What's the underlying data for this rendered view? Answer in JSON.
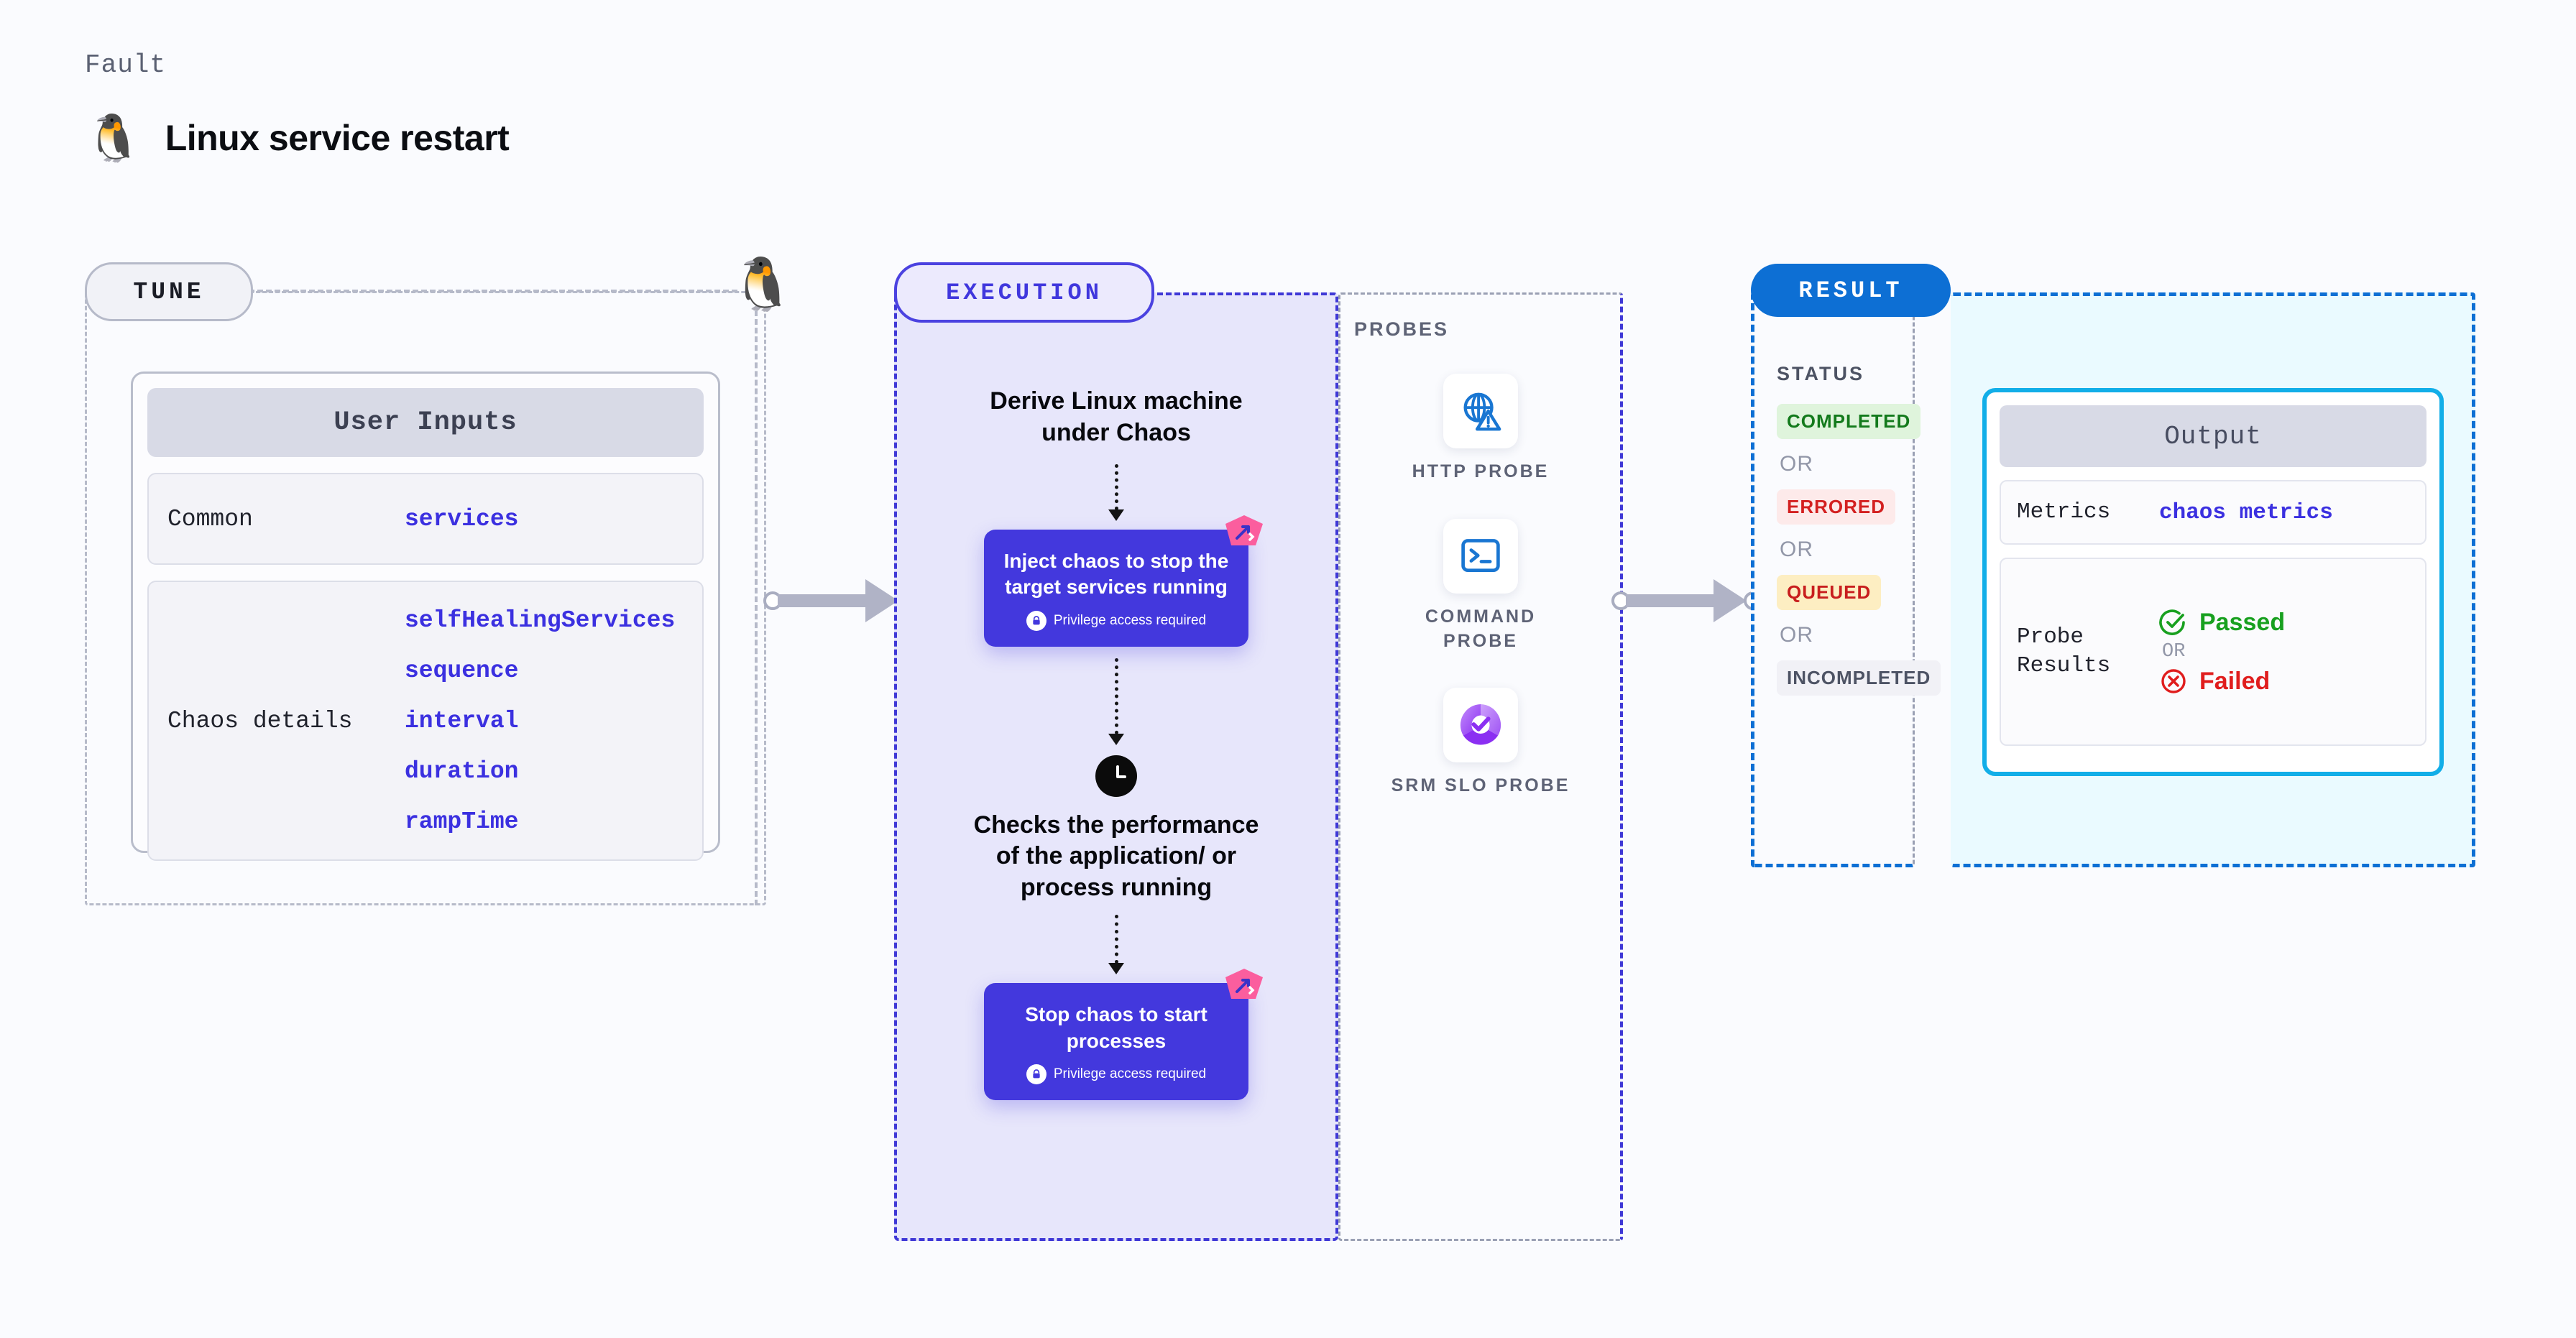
{
  "header": {
    "kicker": "Fault",
    "title": "Linux service restart",
    "icon": "linux-penguin-icon"
  },
  "tune": {
    "badge": "TUNE",
    "penguin_icon": "linux-penguin-icon",
    "card_title": "User Inputs",
    "rows": [
      {
        "key": "Common",
        "values": [
          "services"
        ]
      },
      {
        "key": "Chaos details",
        "values": [
          "selfHealingServices",
          "sequence",
          "interval",
          "duration",
          "rampTime"
        ]
      }
    ]
  },
  "execution": {
    "badge": "EXECUTION",
    "step1_text": "Derive Linux machine under Chaos",
    "box1": {
      "title": "Inject chaos to stop the target services running",
      "privilege": "Privilege access required",
      "lock_icon": "lock-icon",
      "corner_icon": "chaos-shuffle-icon"
    },
    "clock_icon": "clock-icon",
    "step2_text": "Checks the performance of the application/ or process running",
    "box2": {
      "title": "Stop chaos to start processes",
      "privilege": "Privilege access required",
      "lock_icon": "lock-icon",
      "corner_icon": "chaos-shuffle-icon"
    }
  },
  "probes": {
    "label": "PROBES",
    "items": [
      {
        "label": "HTTP PROBE",
        "icon": "globe-warning-icon"
      },
      {
        "label": "COMMAND PROBE",
        "icon": "terminal-icon"
      },
      {
        "label": "SRM SLO PROBE",
        "icon": "slo-donut-check-icon"
      }
    ]
  },
  "result": {
    "badge": "RESULT",
    "status_title": "STATUS",
    "or_label": "OR",
    "statuses": [
      {
        "label": "COMPLETED",
        "bg": "#dff4dc",
        "fg": "#137a1c"
      },
      {
        "label": "ERRORED",
        "bg": "#fdeaea",
        "fg": "#d32020"
      },
      {
        "label": "QUEUED",
        "bg": "#fdeec2",
        "fg": "#c81e1e"
      },
      {
        "label": "INCOMPLETED",
        "bg": "#f1f1f6",
        "fg": "#4d5364"
      }
    ],
    "output": {
      "title": "Output",
      "metrics_key": "Metrics",
      "metrics_value": "chaos metrics",
      "probe_results_key": "Probe Results",
      "passed_label": "Passed",
      "failed_label": "Failed",
      "or_label": "OR",
      "passed_icon": "check-circle-icon",
      "failed_icon": "x-circle-icon"
    }
  },
  "colors": {
    "page_bg": "#fafbfe",
    "tune_border": "#b6bac9",
    "execution_accent": "#4037dd",
    "execution_bg": "#e7e6fb",
    "chaos_box": "#4338dd",
    "chaos_badge_pink": "#fb5e9e",
    "probe_blue": "#1976d2",
    "probe_purple": "#a259f7",
    "result_blue": "#0d6fd4",
    "output_border": "#12aee8",
    "output_bg": "#eafaff",
    "passed_green": "#18a01f",
    "failed_red": "#e01d1d",
    "value_blue": "#3b30e0"
  }
}
